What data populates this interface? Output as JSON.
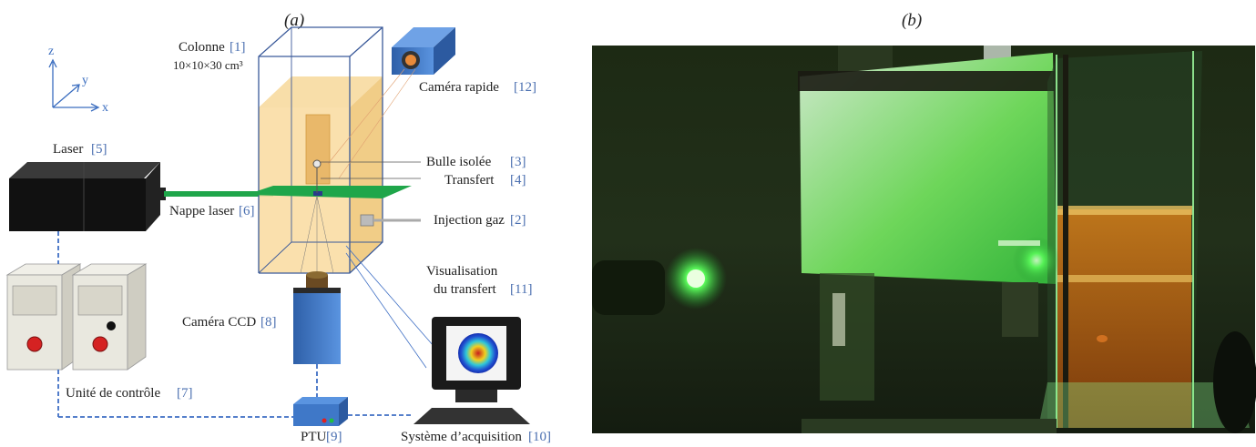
{
  "panels": {
    "a": "(a)",
    "b": "(b)"
  },
  "axes": {
    "z": "z",
    "y": "y",
    "x": "x"
  },
  "labels": {
    "colonne": {
      "text": "Colonne",
      "ref": "[1]",
      "dims": "10×10×30 cm³"
    },
    "camera_rapide": {
      "text": "Caméra rapide",
      "ref": "[12]"
    },
    "laser": {
      "text": "Laser",
      "ref": "[5]"
    },
    "bulle": {
      "text": "Bulle isolée",
      "ref": "[3]"
    },
    "transfert": {
      "text": "Transfert",
      "ref": "[4]"
    },
    "nappe": {
      "text": "Nappe laser",
      "ref": "[6]"
    },
    "injection": {
      "text": "Injection gaz",
      "ref": "[2]"
    },
    "visualisation": {
      "line1": "Visualisation",
      "line2": "du transfert",
      "ref": "[11]"
    },
    "camera_ccd": {
      "text": "Caméra CCD",
      "ref": "[8]"
    },
    "unite": {
      "text": "Unité de contrôle",
      "ref": "[7]"
    },
    "ptu": {
      "text": "PTU",
      "ref": "[9]"
    },
    "systeme": {
      "text": "Système d’acquisition",
      "ref": "[10]"
    }
  },
  "colors": {
    "reference": "#4a6fb0",
    "link": "#3f6fc4",
    "laser_green": "#1fa64a",
    "column_fill": "#f7d89a",
    "camera_blue": "#3f78c8"
  }
}
